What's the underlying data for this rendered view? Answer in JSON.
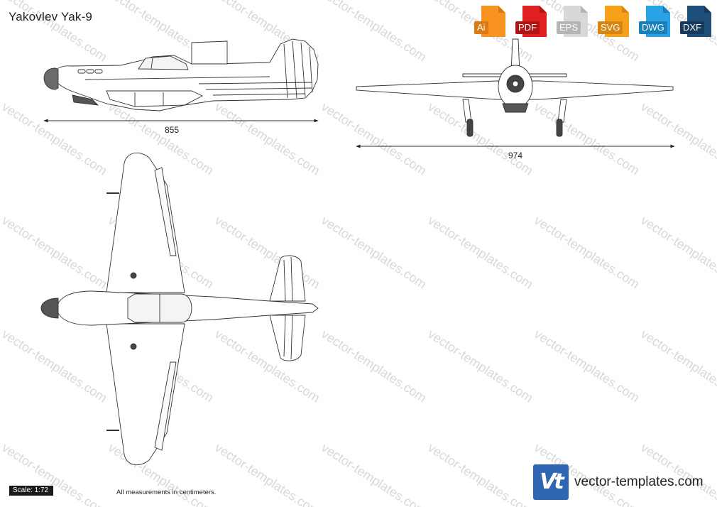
{
  "title": "Yakovlev Yak-9",
  "formats": [
    {
      "label": "Ai",
      "color": "#f7931e",
      "fold": "#d97a12"
    },
    {
      "label": "PDF",
      "color": "#e02020",
      "fold": "#b01616"
    },
    {
      "label": "EPS",
      "color": "#d8d8d8",
      "fold": "#b5b5b5"
    },
    {
      "label": "SVG",
      "color": "#f7a11a",
      "fold": "#d68612"
    },
    {
      "label": "DWG",
      "color": "#2aa2e6",
      "fold": "#1b7fba"
    },
    {
      "label": "DXF",
      "color": "#1e4e7a",
      "fold": "#163a5b"
    }
  ],
  "dimensions": {
    "side_length": "855",
    "front_span": "974"
  },
  "scale": "Scale: 1:72",
  "note": "All measurements in centimeters.",
  "brand": {
    "logo_text": "Vt",
    "name": "vector-templates.com",
    "color": "#2f66b3"
  },
  "watermark_text": "vector-templates.com"
}
